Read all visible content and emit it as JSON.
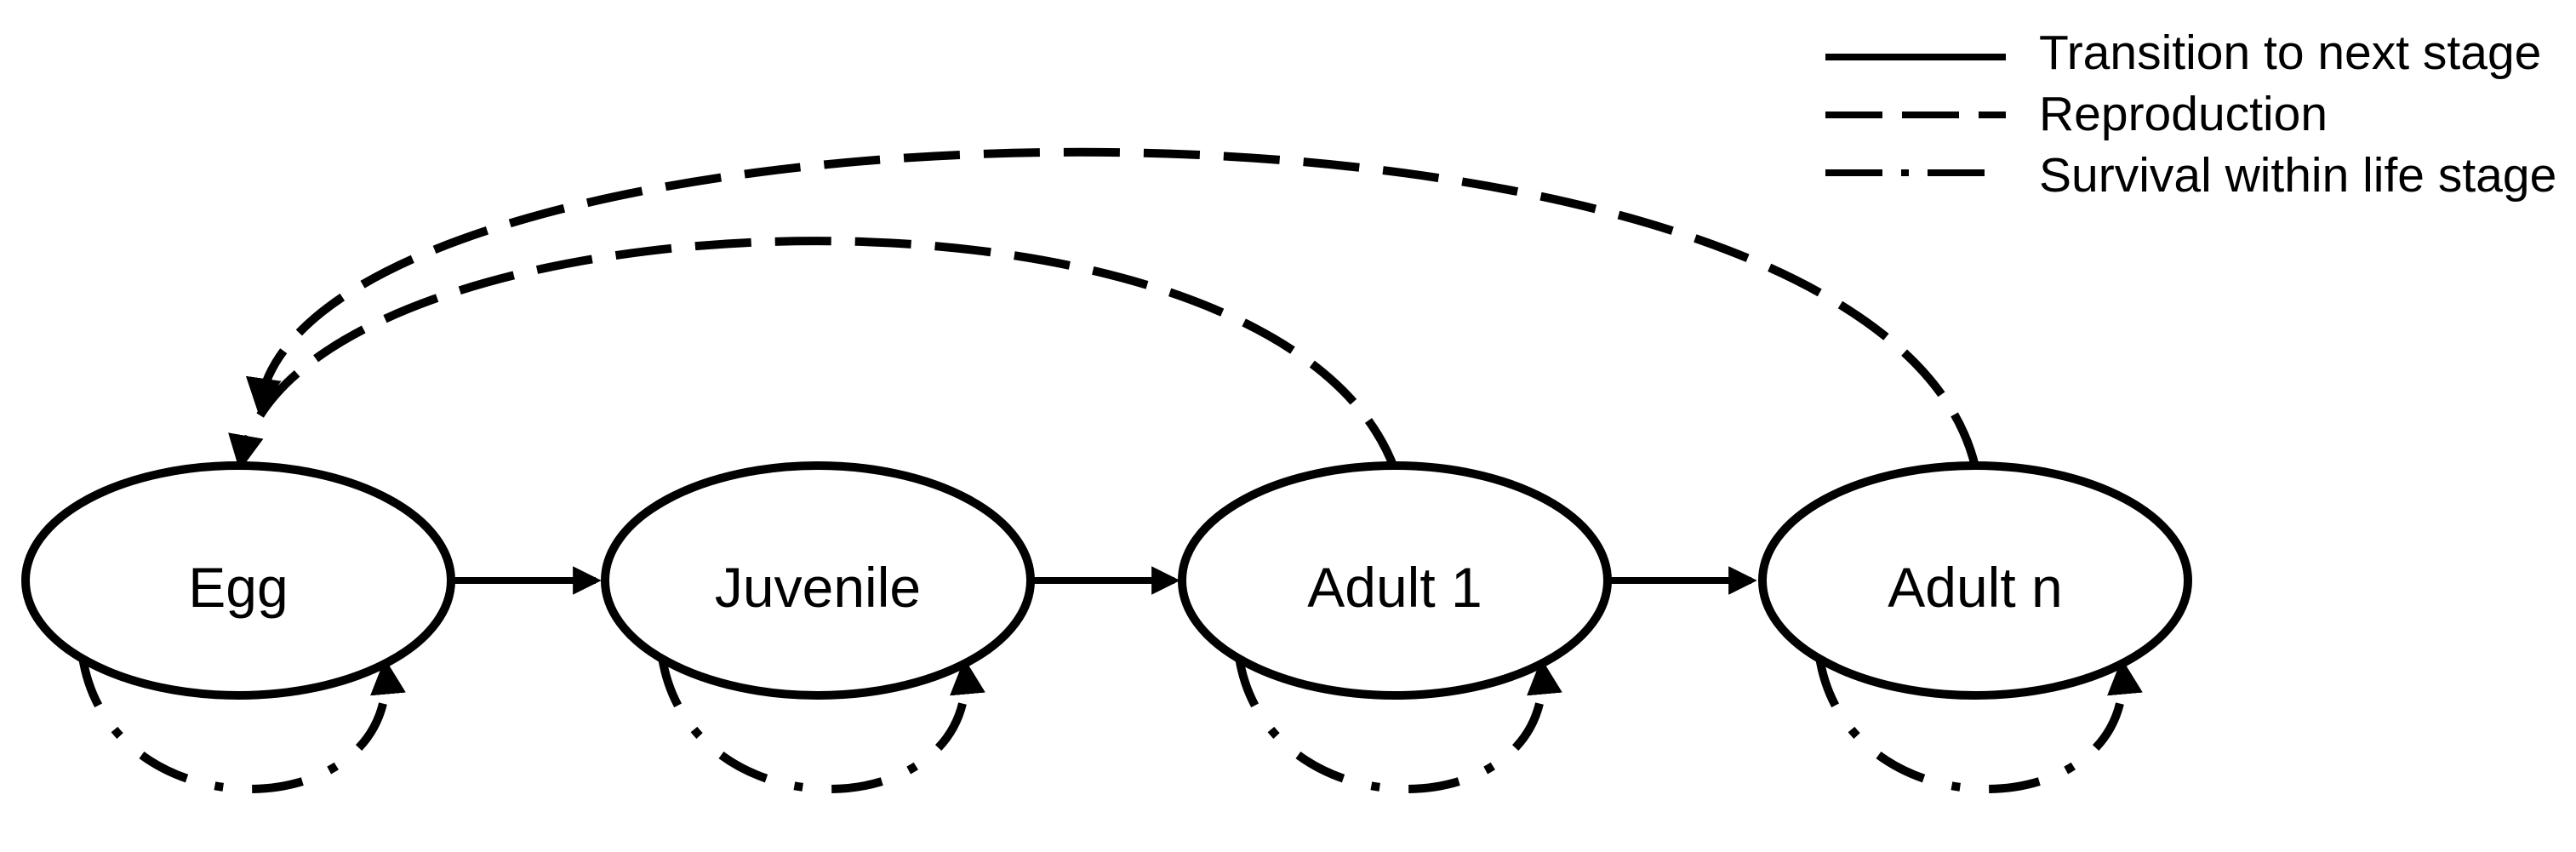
{
  "diagram": {
    "type": "life-cycle-stage-diagram",
    "nodes": [
      {
        "id": "egg",
        "label": "Egg"
      },
      {
        "id": "juvenile",
        "label": "Juvenile"
      },
      {
        "id": "adult-1",
        "label": "Adult 1"
      },
      {
        "id": "adult-n",
        "label": "Adult n"
      }
    ],
    "edges": {
      "transitions": [
        {
          "from": "Egg",
          "to": "Juvenile"
        },
        {
          "from": "Juvenile",
          "to": "Adult 1"
        },
        {
          "from": "Adult 1",
          "to": "Adult n"
        }
      ],
      "reproduction": [
        {
          "from": "Adult 1",
          "to": "Egg"
        },
        {
          "from": "Adult n",
          "to": "Egg"
        }
      ],
      "survival": [
        {
          "node": "Egg"
        },
        {
          "node": "Juvenile"
        },
        {
          "node": "Adult 1"
        },
        {
          "node": "Adult n"
        }
      ]
    }
  },
  "legend": {
    "items": [
      {
        "style": "solid",
        "label": "Transition to next stage"
      },
      {
        "style": "dashed",
        "label": "Reproduction"
      },
      {
        "style": "dash-dot",
        "label": "Survival within life stage"
      }
    ]
  },
  "colors": {
    "stroke": "#000000",
    "background": "#ffffff"
  }
}
